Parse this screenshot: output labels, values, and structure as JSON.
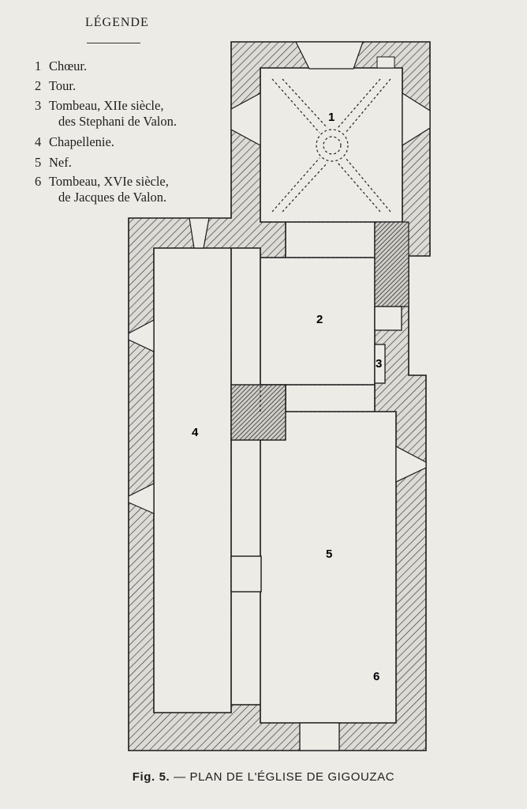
{
  "legend": {
    "title": "LÉGENDE",
    "items": [
      {
        "num": "1",
        "text": "Chœur."
      },
      {
        "num": "2",
        "text": "Tour."
      },
      {
        "num": "3",
        "text": "Tombeau, XIIe siècle,",
        "sub": "des Stephani de Valon."
      },
      {
        "num": "4",
        "text": "Chapellenie."
      },
      {
        "num": "5",
        "text": "Nef."
      },
      {
        "num": "6",
        "text": "Tombeau, XVIe siècle,",
        "sub": "de Jacques de Valon."
      }
    ]
  },
  "plan_labels": [
    "1",
    "2",
    "3",
    "4",
    "5",
    "6"
  ],
  "caption": {
    "fig": "Fig. 5.",
    "dash": "—",
    "text": "PLAN DE L'ÉGLISE DE GIGOUZAC"
  },
  "colors": {
    "paper": "#ecebe6",
    "ink": "#1e1e1e",
    "wall_fill": "#dcdbd5",
    "hatch": "#2a2a2a"
  }
}
